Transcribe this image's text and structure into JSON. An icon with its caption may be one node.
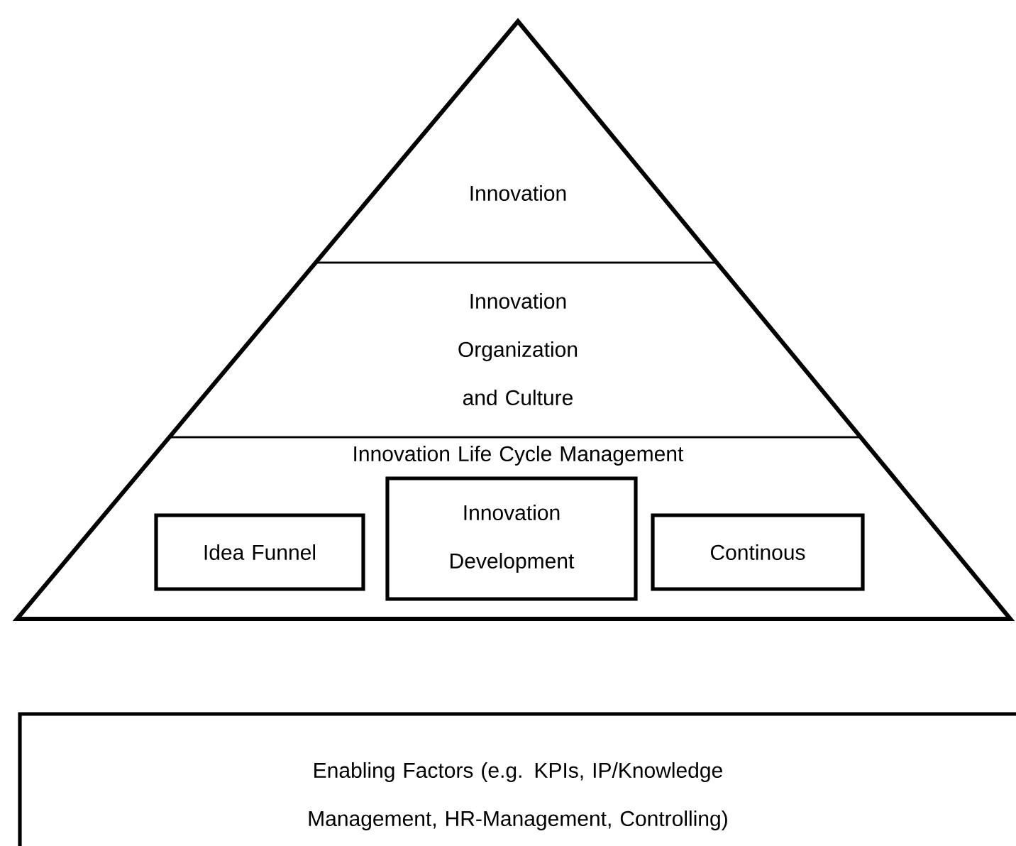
{
  "diagram": {
    "nodes": [
      {
        "text": [
          "Innovation"
        ]
      },
      {
        "text": [
          "Innovation Organization and Culture"
        ]
      },
      {
        "text": [
          "Innovation Life Cycle Management"
        ]
      },
      {
        "text": [
          "Idea Funnel"
        ],
        "in": 2
      },
      {
        "text": [
          "Innovation Development"
        ],
        "in": 2
      },
      {
        "text": [
          "Continous"
        ],
        "in": 2
      },
      {
        "text": [
          "Enabling Factors (e.g. KPIs, IP/Knowledge Management, HR-Management, Controlling)"
        ]
      }
    ]
  }
}
